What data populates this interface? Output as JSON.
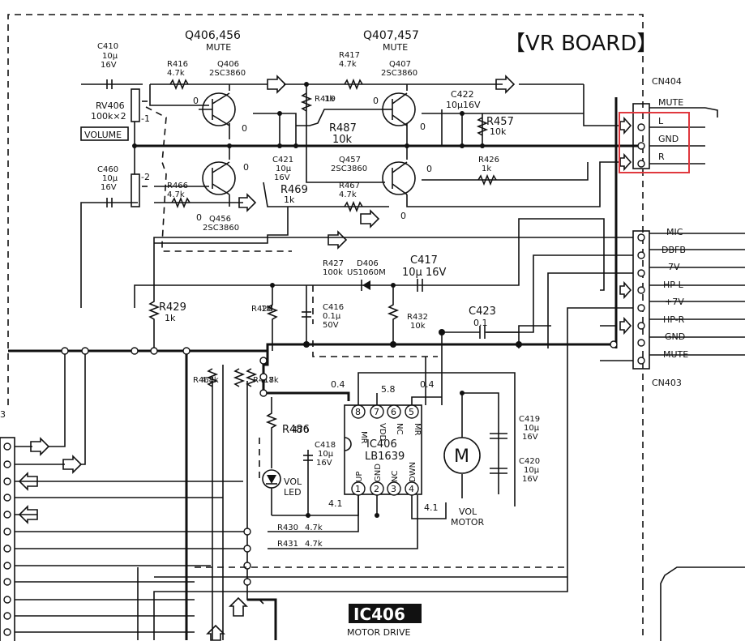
{
  "board_title": "【VR BOARD】",
  "transistor_groups": [
    {
      "name": "Q406,456",
      "note": "MUTE"
    },
    {
      "name": "Q407,457",
      "note": "MUTE"
    }
  ],
  "transistors": [
    {
      "ref": "Q406",
      "part": "2SC3860"
    },
    {
      "ref": "Q407",
      "part": "2SC3860"
    },
    {
      "ref": "Q456",
      "part": "2SC3860"
    },
    {
      "ref": "Q457",
      "part": "2SC3860"
    }
  ],
  "capacitors": {
    "c410": [
      "C410",
      "10μ",
      "16V"
    ],
    "c460": [
      "C460",
      "10μ",
      "16V"
    ],
    "c421": [
      "C421",
      "10μ",
      "16V"
    ],
    "c422": [
      "C422",
      "10μ16V"
    ],
    "c417": [
      "C417",
      "10μ 16V"
    ],
    "c416": [
      "C416",
      "0.1μ",
      "50V"
    ],
    "c423": [
      "C423",
      "0.1"
    ],
    "c418": [
      "C418",
      "10μ",
      "16V"
    ],
    "c419": [
      "C419",
      "10μ",
      "16V"
    ],
    "c420": [
      "C420",
      "10μ",
      "16V"
    ]
  },
  "resistors": {
    "r416": [
      "R416",
      "4.7k"
    ],
    "r417": [
      "R417",
      "4.7k"
    ],
    "r419": [
      "R419",
      "1k"
    ],
    "r487": [
      "R487",
      "10k"
    ],
    "r457": [
      "R457",
      "10k"
    ],
    "r426": [
      "R426",
      "1k"
    ],
    "r466": [
      "R466",
      "4.7k"
    ],
    "r467": [
      "R467",
      "4.7k"
    ],
    "r469": [
      "R469",
      "1k"
    ],
    "r427": [
      "R427",
      "100k"
    ],
    "r429": [
      "R429",
      "1k"
    ],
    "r428": [
      "R428",
      "1M"
    ],
    "r432": [
      "R432",
      "10k"
    ],
    "r468": [
      "R468",
      "4.7k"
    ],
    "r418": [
      "R418",
      "4.7k"
    ],
    "r486": [
      "R486",
      "470"
    ],
    "r430": [
      "R430",
      "4.7k"
    ],
    "r431": [
      "R431",
      "4.7k"
    ]
  },
  "rv406": [
    "RV406",
    "100k×2"
  ],
  "volume_label": "VOLUME",
  "gang_labels": [
    "-1",
    "-2"
  ],
  "diode": [
    "D406",
    "US1060M"
  ],
  "zero_marks": [
    "0",
    "0",
    "0",
    "0",
    "0",
    "0",
    "0",
    "0"
  ],
  "ic406_chip": {
    "name": "IC406",
    "part": "LB1639",
    "pins_top": [
      {
        "num": "8",
        "name": "MR"
      },
      {
        "num": "7",
        "name": "VDD"
      },
      {
        "num": "6",
        "name": "NC"
      },
      {
        "num": "5",
        "name": "MR"
      }
    ],
    "pins_bottom": [
      {
        "num": "1",
        "name": "UP"
      },
      {
        "num": "2",
        "name": "GND"
      },
      {
        "num": "3",
        "name": "NC"
      },
      {
        "num": "4",
        "name": "DWN"
      }
    ],
    "voltages": {
      "p8": "0.4",
      "p7": "5.8",
      "p5": "0.4",
      "p1": "4.1",
      "p4": "4.1"
    }
  },
  "motor": {
    "symbol": "M",
    "label": [
      "VOL",
      "MOTOR"
    ]
  },
  "led": [
    "VOL",
    "LED"
  ],
  "cn404": {
    "name": "CN404",
    "pins": [
      "MUTE",
      "L",
      "GND",
      "R"
    ]
  },
  "cn403": {
    "name": "CN403",
    "pins": [
      "MIC",
      "DBFB",
      "-7V",
      "HP-L",
      "+7V",
      "HP-R",
      "GND",
      "MUTE"
    ]
  },
  "ic406_banner": [
    "IC406",
    "MOTOR DRIVE"
  ],
  "edge_mark": "3",
  "highlight_color": "#e0383e"
}
